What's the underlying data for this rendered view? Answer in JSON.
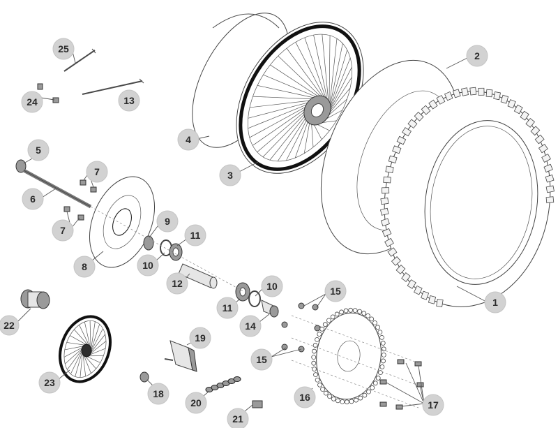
{
  "callouts": [
    {
      "id": "c1",
      "label": "1"
    },
    {
      "id": "c2",
      "label": "2"
    },
    {
      "id": "c3",
      "label": "3"
    },
    {
      "id": "c4",
      "label": "4"
    },
    {
      "id": "c5",
      "label": "5"
    },
    {
      "id": "c6",
      "label": "6"
    },
    {
      "id": "c7a",
      "label": "7"
    },
    {
      "id": "c7b",
      "label": "7"
    },
    {
      "id": "c8",
      "label": "8"
    },
    {
      "id": "c9",
      "label": "9"
    },
    {
      "id": "c10a",
      "label": "10"
    },
    {
      "id": "c10b",
      "label": "10"
    },
    {
      "id": "c11a",
      "label": "11"
    },
    {
      "id": "c11b",
      "label": "11"
    },
    {
      "id": "c12",
      "label": "12"
    },
    {
      "id": "c13",
      "label": "13"
    },
    {
      "id": "c14",
      "label": "14"
    },
    {
      "id": "c15a",
      "label": "15"
    },
    {
      "id": "c15b",
      "label": "15"
    },
    {
      "id": "c16",
      "label": "16"
    },
    {
      "id": "c17",
      "label": "17"
    },
    {
      "id": "c18",
      "label": "18"
    },
    {
      "id": "c19",
      "label": "19"
    },
    {
      "id": "c20",
      "label": "20"
    },
    {
      "id": "c21",
      "label": "21"
    },
    {
      "id": "c22",
      "label": "22"
    },
    {
      "id": "c23",
      "label": "23"
    },
    {
      "id": "c24",
      "label": "24"
    },
    {
      "id": "c25",
      "label": "25"
    }
  ],
  "colors": {
    "badge_fill": "#d2d2d2",
    "line": "#4a4a4a",
    "part_dark": "#2e2e2e"
  }
}
